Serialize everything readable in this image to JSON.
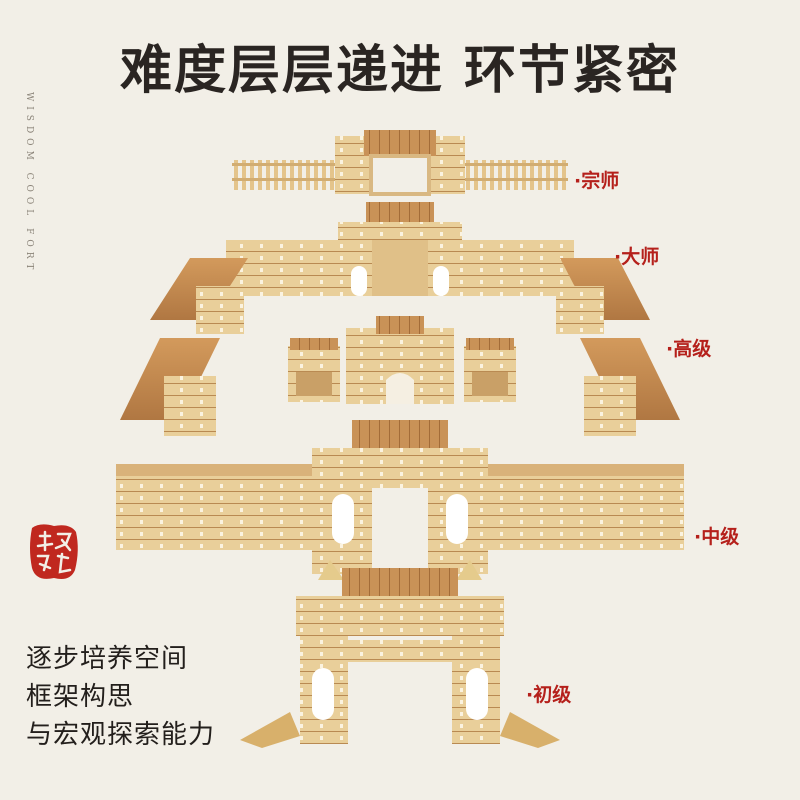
{
  "title": "难度层层递进  环节紧密",
  "side_text": "WISDOM COOL FORT",
  "seal_text": "傳統文化",
  "levels": [
    {
      "label": "·宗师"
    },
    {
      "label": "·大师"
    },
    {
      "label": "·高级"
    },
    {
      "label": "·中级"
    },
    {
      "label": "·初级"
    }
  ],
  "description": [
    "逐步培养空间",
    "框架构思",
    "与宏观探索能力"
  ],
  "colors": {
    "background": "#f2efe7",
    "accent_red": "#b5201b",
    "wood_light": "#e6c98f",
    "wood_dark": "#b9864b",
    "roof": "#c28a4e"
  }
}
